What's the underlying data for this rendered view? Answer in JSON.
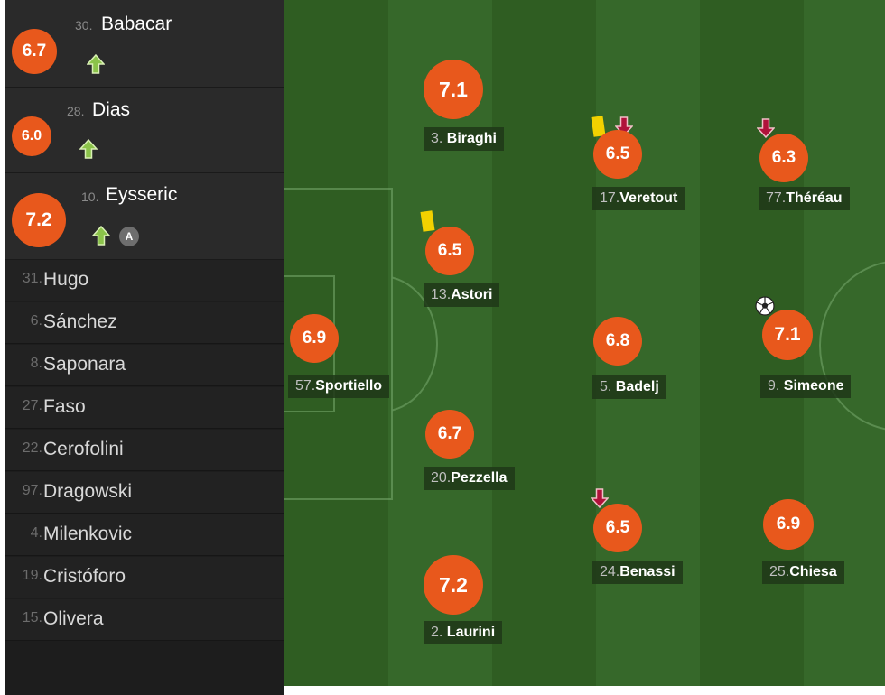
{
  "substitutes_in": [
    {
      "rating": "6.7",
      "number": "30.",
      "name": "Babacar"
    },
    {
      "rating": "6.0",
      "number": "28.",
      "name": "Dias"
    },
    {
      "rating": "7.2",
      "number": "10.",
      "name": "Eysseric",
      "captain_badge": "A"
    }
  ],
  "bench": [
    {
      "number": "31.",
      "name": "Hugo"
    },
    {
      "number": "6.",
      "name": "Sánchez"
    },
    {
      "number": "8.",
      "name": "Saponara"
    },
    {
      "number": "27.",
      "name": "Faso"
    },
    {
      "number": "22.",
      "name": "Cerofolini"
    },
    {
      "number": "97.",
      "name": "Dragowski"
    },
    {
      "number": "4.",
      "name": "Milenkovic"
    },
    {
      "number": "19.",
      "name": "Cristóforo"
    },
    {
      "number": "15.",
      "name": "Olivera"
    }
  ],
  "players": [
    {
      "id": "sportiello",
      "rating": "6.9",
      "number": "57.",
      "name": "Sportiello"
    },
    {
      "id": "biraghi",
      "rating": "7.1",
      "number": "3.",
      "name": "Biraghi"
    },
    {
      "id": "astori",
      "rating": "6.5",
      "number": "13.",
      "name": "Astori",
      "yellow_card": true
    },
    {
      "id": "pezzella",
      "rating": "6.7",
      "number": "20.",
      "name": "Pezzella"
    },
    {
      "id": "laurini",
      "rating": "7.2",
      "number": "2.",
      "name": "Laurini"
    },
    {
      "id": "veretout",
      "rating": "6.5",
      "number": "17.",
      "name": "Veretout",
      "yellow_card": true,
      "subbed_off": true
    },
    {
      "id": "badelj",
      "rating": "6.8",
      "number": "5.",
      "name": "Badelj"
    },
    {
      "id": "benassi",
      "rating": "6.5",
      "number": "24.",
      "name": "Benassi",
      "subbed_off": true
    },
    {
      "id": "thereau",
      "rating": "6.3",
      "number": "77.",
      "name": "Théréau",
      "subbed_off": true
    },
    {
      "id": "simeone",
      "rating": "7.1",
      "number": "9.",
      "name": "Simeone",
      "goal": true
    },
    {
      "id": "chiesa",
      "rating": "6.9",
      "number": "25.",
      "name": "Chiesa"
    }
  ],
  "colors": {
    "rating_badge": "#e8581c",
    "pitch_stripe_dark": "#2f5d22",
    "pitch_stripe_light": "#36682a",
    "sub_in_arrow": "#8bc34a",
    "sub_out_arrow": "#b0123a",
    "yellow_card": "#f2d100",
    "sidebar_bg": "#1d1d1d"
  },
  "icons": {
    "sub_in": "arrow-up-icon",
    "sub_out": "arrow-down-icon",
    "card": "yellow-card-icon",
    "goal": "soccer-ball-icon",
    "captain": "captain-badge-icon"
  }
}
